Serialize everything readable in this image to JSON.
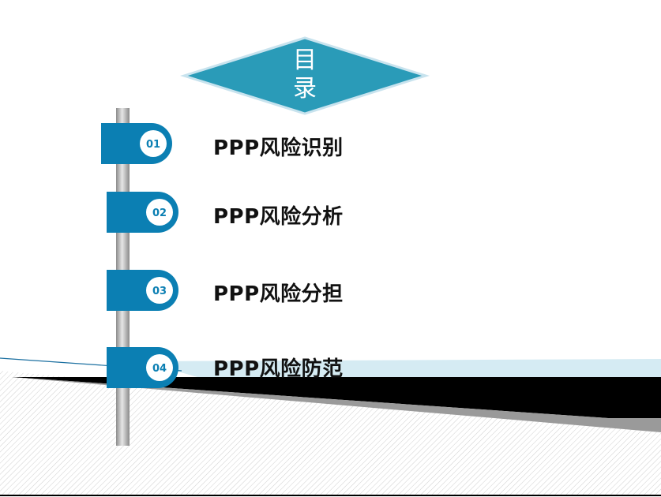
{
  "title": {
    "char1": "目",
    "char2": "录"
  },
  "items": [
    {
      "number": "01",
      "label": "PPP风险识别"
    },
    {
      "number": "02",
      "label": "PPP风险分析"
    },
    {
      "number": "03",
      "label": "PPP风险分担"
    },
    {
      "number": "04",
      "label": "PPP风险防范"
    }
  ],
  "colors": {
    "accent": "#0b7fb3",
    "diamond": "#2a9bb8",
    "band_black": "#000000",
    "band_light": "#d5ebf3"
  }
}
